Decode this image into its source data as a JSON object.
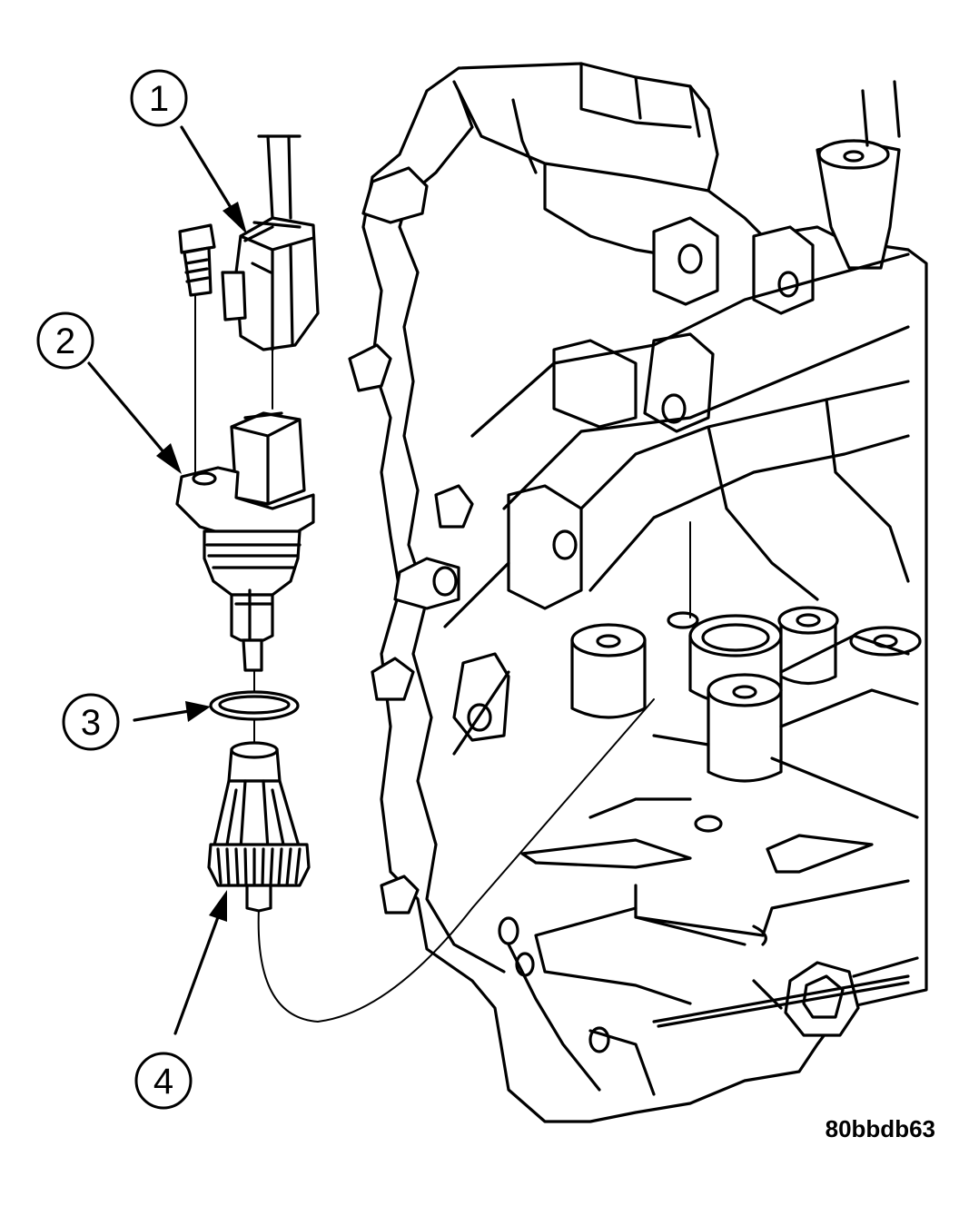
{
  "figure": {
    "identifier": "80bbdb63"
  },
  "callouts": [
    {
      "number": "1"
    },
    {
      "number": "2"
    },
    {
      "number": "3"
    },
    {
      "number": "4"
    }
  ],
  "colors": {
    "ink": "#000000",
    "paper": "#ffffff"
  }
}
